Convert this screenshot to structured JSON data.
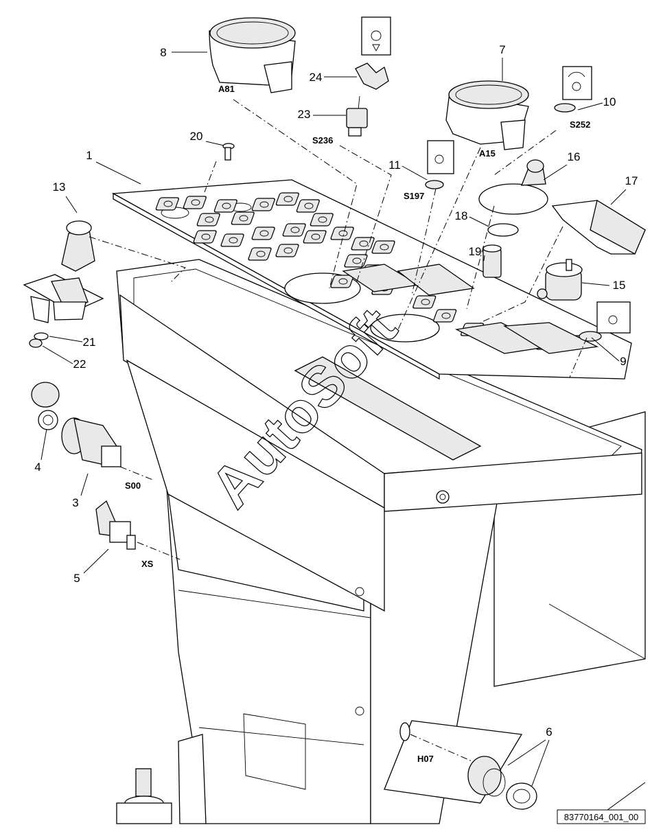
{
  "diagram": {
    "callouts": [
      "1",
      "3",
      "4",
      "5",
      "6",
      "7",
      "8",
      "9",
      "10",
      "11",
      "13",
      "15",
      "16",
      "17",
      "18",
      "19",
      "20",
      "21",
      "22",
      "23",
      "24"
    ],
    "codes": [
      "A81",
      "S236",
      "A15",
      "S252",
      "S197",
      "S00",
      "XS",
      "H07"
    ],
    "watermark": "AutoSoft",
    "reference": "83770164_001_00"
  }
}
